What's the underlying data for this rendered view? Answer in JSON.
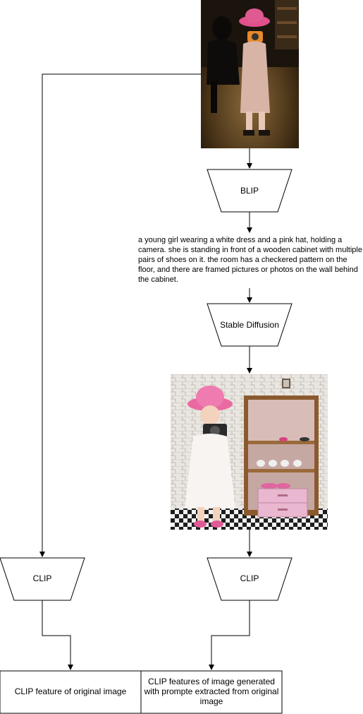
{
  "nodes": {
    "blip": {
      "label": "BLIP"
    },
    "caption": {
      "text": "a young girl wearing a white dress and a pink hat, holding a camera. she is standing in front of a wooden cabinet with multiple pairs of shoes on it. the room has a checkered pattern on the floor, and there are framed pictures or photos on the wall behind the cabinet."
    },
    "stable_diffusion": {
      "label": "Stable Diffusion"
    },
    "clip_left": {
      "label": "CLIP"
    },
    "clip_right": {
      "label": "CLIP"
    },
    "output_left": {
      "label": "CLIP feature of original image"
    },
    "output_right": {
      "label": "CLIP features of image generated with prompte extracted from original image"
    }
  },
  "images": {
    "original": {
      "name": "original-photo",
      "description_icon": "photo"
    },
    "generated": {
      "name": "generated-photo",
      "description_icon": "photo"
    }
  },
  "colors": {
    "stroke": "#000000",
    "fill": "#ffffff"
  }
}
